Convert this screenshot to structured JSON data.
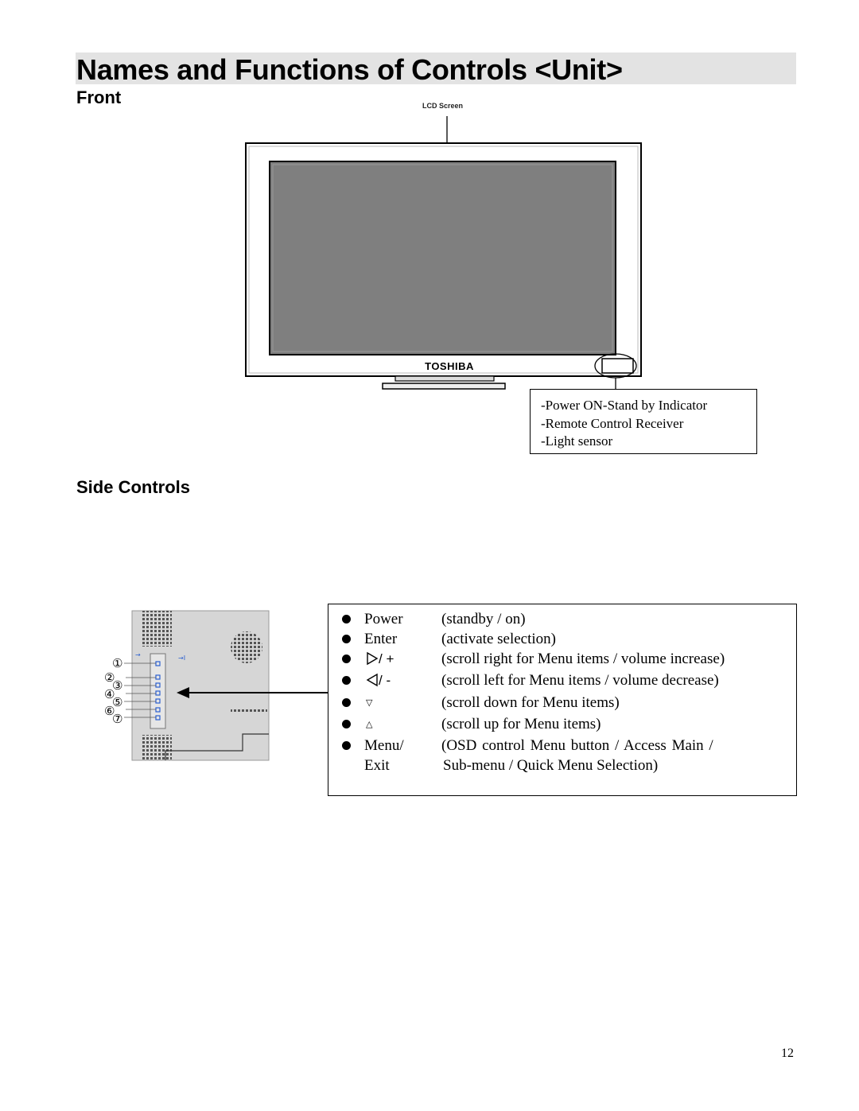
{
  "page": {
    "title": "Names and Functions of Controls <Unit>",
    "page_number": "12"
  },
  "front": {
    "heading": "Front",
    "lcd_label": "LCD Screen",
    "brand_logo": "TOSHIBA",
    "callout_lines": [
      "-Power ON-Stand by Indicator",
      "-Remote Control Receiver",
      "-Light sensor"
    ]
  },
  "side": {
    "heading": "Side Controls",
    "badge_numbers": [
      "①",
      "②",
      "③",
      "④",
      "⑤",
      "⑥",
      "⑦"
    ],
    "controls": [
      {
        "name": "Power",
        "description": "(standby / on)"
      },
      {
        "name": "Enter",
        "description": "(activate selection)"
      },
      {
        "icon": "triangle-right-icon",
        "name": "/ +",
        "description": "(scroll right for Menu items / volume increase)"
      },
      {
        "icon": "triangle-left-icon",
        "name": "/ -",
        "description": "(scroll left for Menu items / volume decrease)"
      },
      {
        "icon": "triangle-down-icon",
        "name": "▽",
        "description": "(scroll down for Menu items)"
      },
      {
        "icon": "triangle-up-icon",
        "name": "△",
        "description": "(scroll up for Menu items)"
      },
      {
        "name": "Menu/",
        "name_line2": "Exit",
        "description": "(OSD control Menu button / Access Main /",
        "description_line2": "Sub-menu / Quick Menu Selection)"
      }
    ]
  }
}
